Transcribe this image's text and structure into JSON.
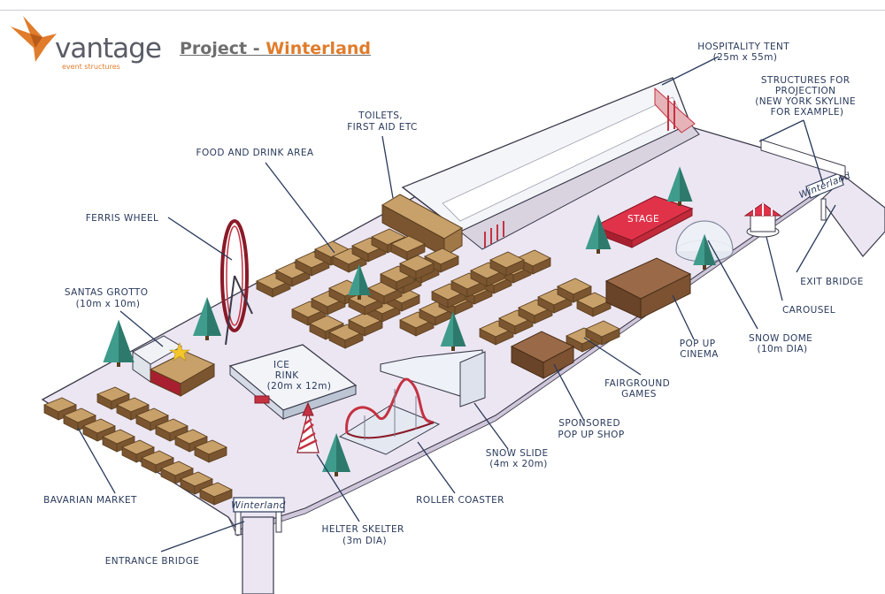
{
  "header": {
    "logo_word": "vantage",
    "logo_sub": "event structures",
    "title_prefix": "Project - ",
    "title_accent": "Winterland"
  },
  "signs": {
    "entrance_sign": "Winterland",
    "exit_sign": "Winterland",
    "stage": "STAGE"
  },
  "labels": {
    "hospitality_tent": [
      "HOSPITALITY TENT",
      "(25m x 55m)"
    ],
    "projection": [
      "STRUCTURES FOR",
      "PROJECTION",
      "(NEW YORK SKYLINE",
      "FOR EXAMPLE)"
    ],
    "toilets": [
      "TOILETS,",
      "FIRST AID ETC"
    ],
    "food_drink": [
      "FOOD AND DRINK AREA"
    ],
    "ferris_wheel": [
      "FERRIS WHEEL"
    ],
    "santas_grotto": [
      "SANTAS GROTTO",
      "(10m x 10m)"
    ],
    "ice_rink": [
      "ICE",
      "RINK",
      "(20m x 12m)"
    ],
    "exit_bridge": [
      "EXIT BRIDGE"
    ],
    "carousel": [
      "CAROUSEL"
    ],
    "snow_dome": [
      "SNOW DOME",
      "(10m DIA)"
    ],
    "pop_up_cinema": [
      "POP UP",
      "CINEMA"
    ],
    "fairground_games": [
      "FAIRGROUND",
      "GAMES"
    ],
    "sponsored_shop": [
      "SPONSORED",
      "POP UP SHOP"
    ],
    "snow_slide": [
      "SNOW SLIDE",
      "(4m x 20m)"
    ],
    "roller_coaster": [
      "ROLLER COASTER"
    ],
    "helter_skelter": [
      "HELTER SKELTER",
      "(3m DIA)"
    ],
    "bavarian_market": [
      "BAVARIAN MARKET"
    ],
    "entrance_bridge": [
      "ENTRANCE BRIDGE"
    ]
  },
  "colors": {
    "accent": "#e07c2c",
    "label_ink": "#2a3a5c",
    "ground": "#ece6f2",
    "stage": "#e0334a",
    "tent_roof": "#f4f5f8"
  }
}
